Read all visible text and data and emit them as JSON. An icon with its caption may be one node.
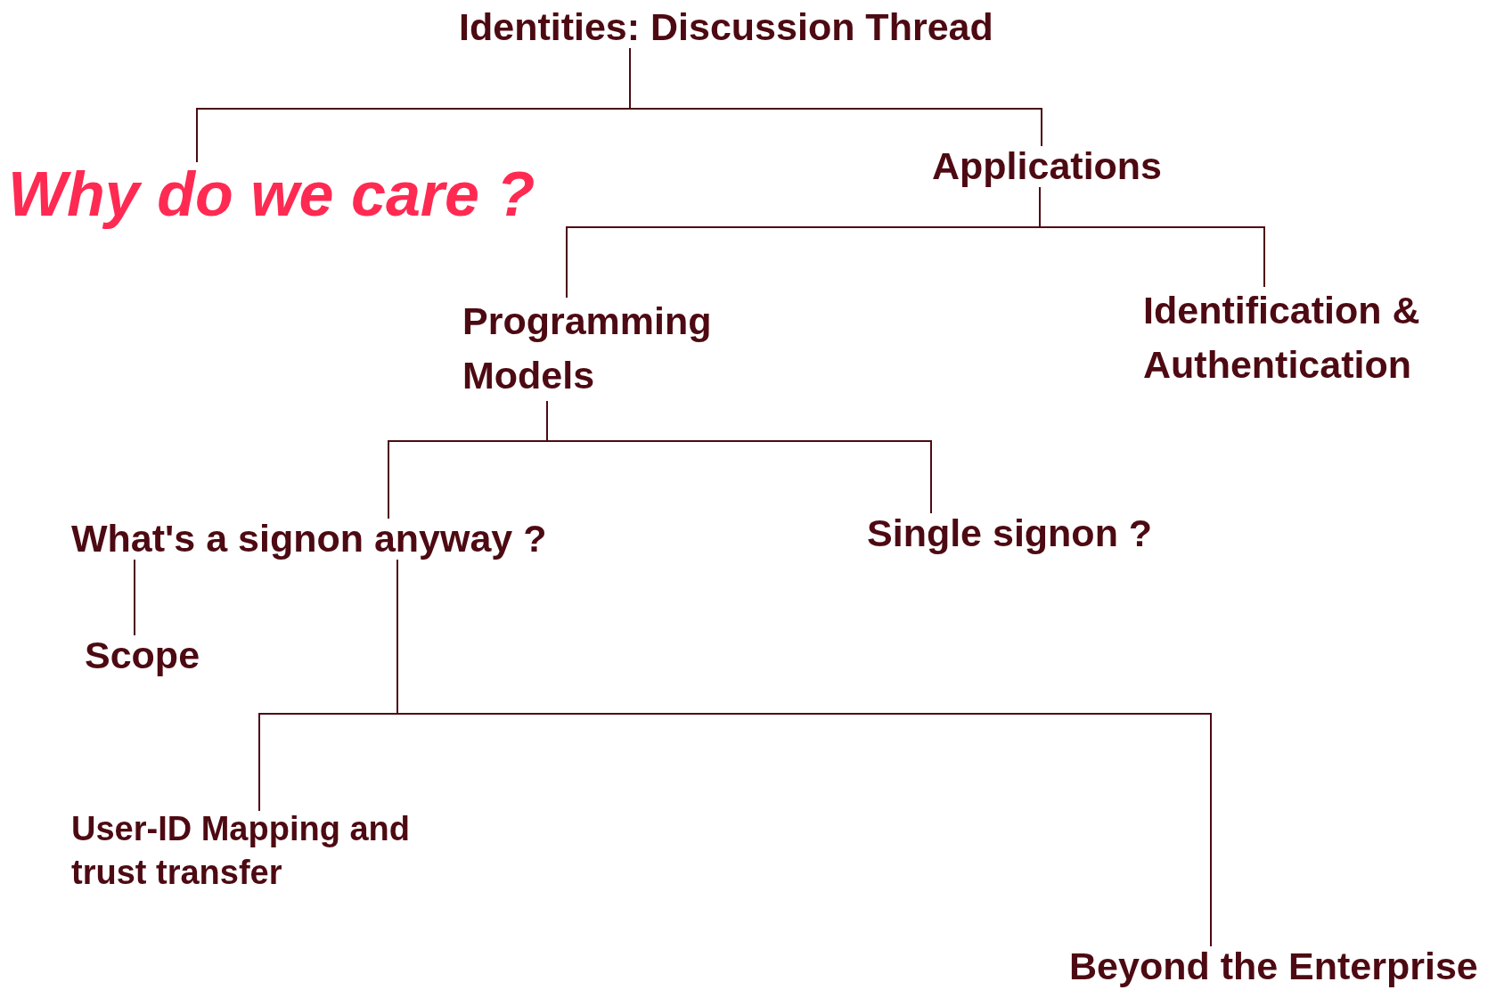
{
  "diagram": {
    "nodes": [
      {
        "text": [
          "Identities: Discussion Thread"
        ]
      },
      {
        "text": [
          "Why do we care ?"
        ]
      },
      {
        "text": [
          "Applications"
        ]
      },
      {
        "text": [
          "Programming Models"
        ]
      },
      {
        "text": [
          "Identification & Authentication"
        ]
      },
      {
        "text": [
          "What's a signon anyway ?"
        ]
      },
      {
        "text": [
          "Single signon ?"
        ]
      },
      {
        "text": [
          "Scope"
        ]
      },
      {
        "text": [
          "User-ID Mapping and trust transfer"
        ]
      },
      {
        "text": [
          "Beyond the Enterprise"
        ]
      }
    ],
    "edges": [
      {
        "from": 0,
        "to": 1,
        "arrow": "none"
      },
      {
        "from": 0,
        "to": 2,
        "arrow": "none"
      },
      {
        "from": 2,
        "to": 3,
        "arrow": "none"
      },
      {
        "from": 2,
        "to": 4,
        "arrow": "none"
      },
      {
        "from": 3,
        "to": 5,
        "arrow": "none"
      },
      {
        "from": 3,
        "to": 6,
        "arrow": "none"
      },
      {
        "from": 5,
        "to": 7,
        "arrow": "none"
      },
      {
        "from": 5,
        "to": 8,
        "arrow": "none"
      },
      {
        "from": 5,
        "to": 9,
        "arrow": "none"
      }
    ]
  }
}
